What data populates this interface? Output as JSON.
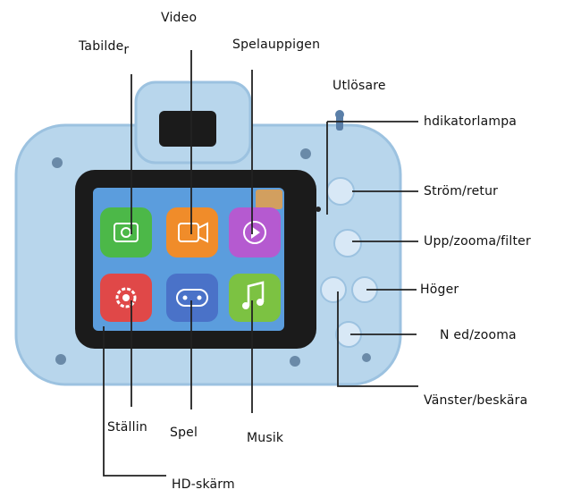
{
  "labels": {
    "take_photo": "Tabilde",
    "take_photo_sub": "r",
    "video": "Video",
    "playback": "Spelauppigen",
    "shutter": "Utlösare",
    "indicator": "hdikatorlampa",
    "power": "Ström/retur",
    "up": "Upp/zooma/filter",
    "right": "Höger",
    "down": "N ed/zooma",
    "left": "Vänster/beskära",
    "settings": "Ställin",
    "games": "Spel",
    "music": "Musik",
    "hd_screen": "HD-skärm"
  },
  "colors": {
    "camera_body": "#b8d6ec",
    "camera_edge": "#9cc2e0",
    "screen_bezel": "#1b1b1b",
    "screen_bg": "#4a8fd6",
    "line": "#222222",
    "icon_green": "#4cb848",
    "icon_orange": "#f08c2a",
    "icon_purple": "#b55ad0",
    "icon_red": "#e04848",
    "icon_blue": "#4a72c8",
    "icon_lime": "#7cc242"
  },
  "icons": [
    "camera-icon",
    "video-icon",
    "play-icon",
    "settings-icon",
    "gamepad-icon",
    "music-icon"
  ]
}
